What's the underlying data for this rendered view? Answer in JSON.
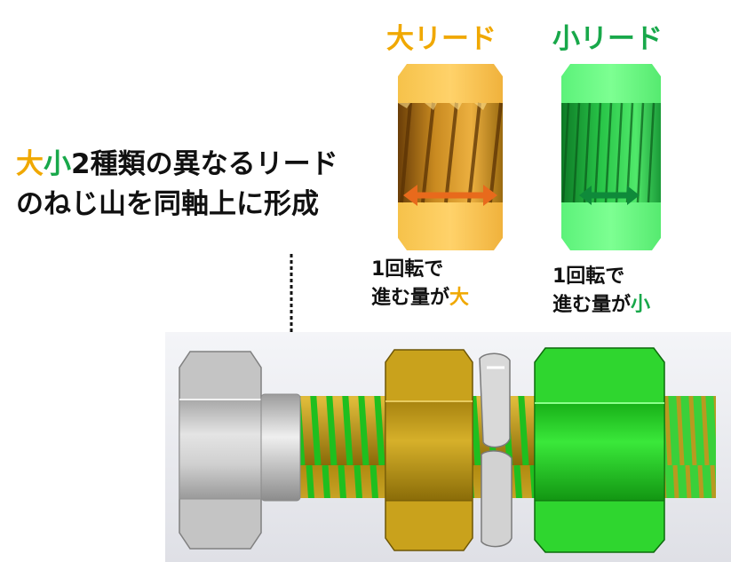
{
  "headline": {
    "large": "大",
    "small": "小",
    "rest_line1": "2種類の異なるリード",
    "line2": "のねじ山を同軸上に形成"
  },
  "large_lead": {
    "title": "大リード",
    "desc_line1": "1回転で",
    "desc_line2_prefix": "進む量が",
    "desc_line2_accent": "大"
  },
  "small_lead": {
    "title": "小リード",
    "desc_line1": "1回転で",
    "desc_line2_prefix": "進む量が",
    "desc_line2_accent": "小"
  },
  "colors": {
    "large_accent": "#f0a800",
    "small_accent": "#18a84a",
    "gold_nut": "#c9a21c",
    "green_nut": "#2fd62f",
    "bolt_gray": "#c8c8c8",
    "panel_bg": "#e9eaef"
  },
  "icons": {
    "double_arrow_large": "orange-double-arrow",
    "double_arrow_small": "green-double-arrow",
    "dashed_down_arrow": "dotted-down-arrow"
  }
}
